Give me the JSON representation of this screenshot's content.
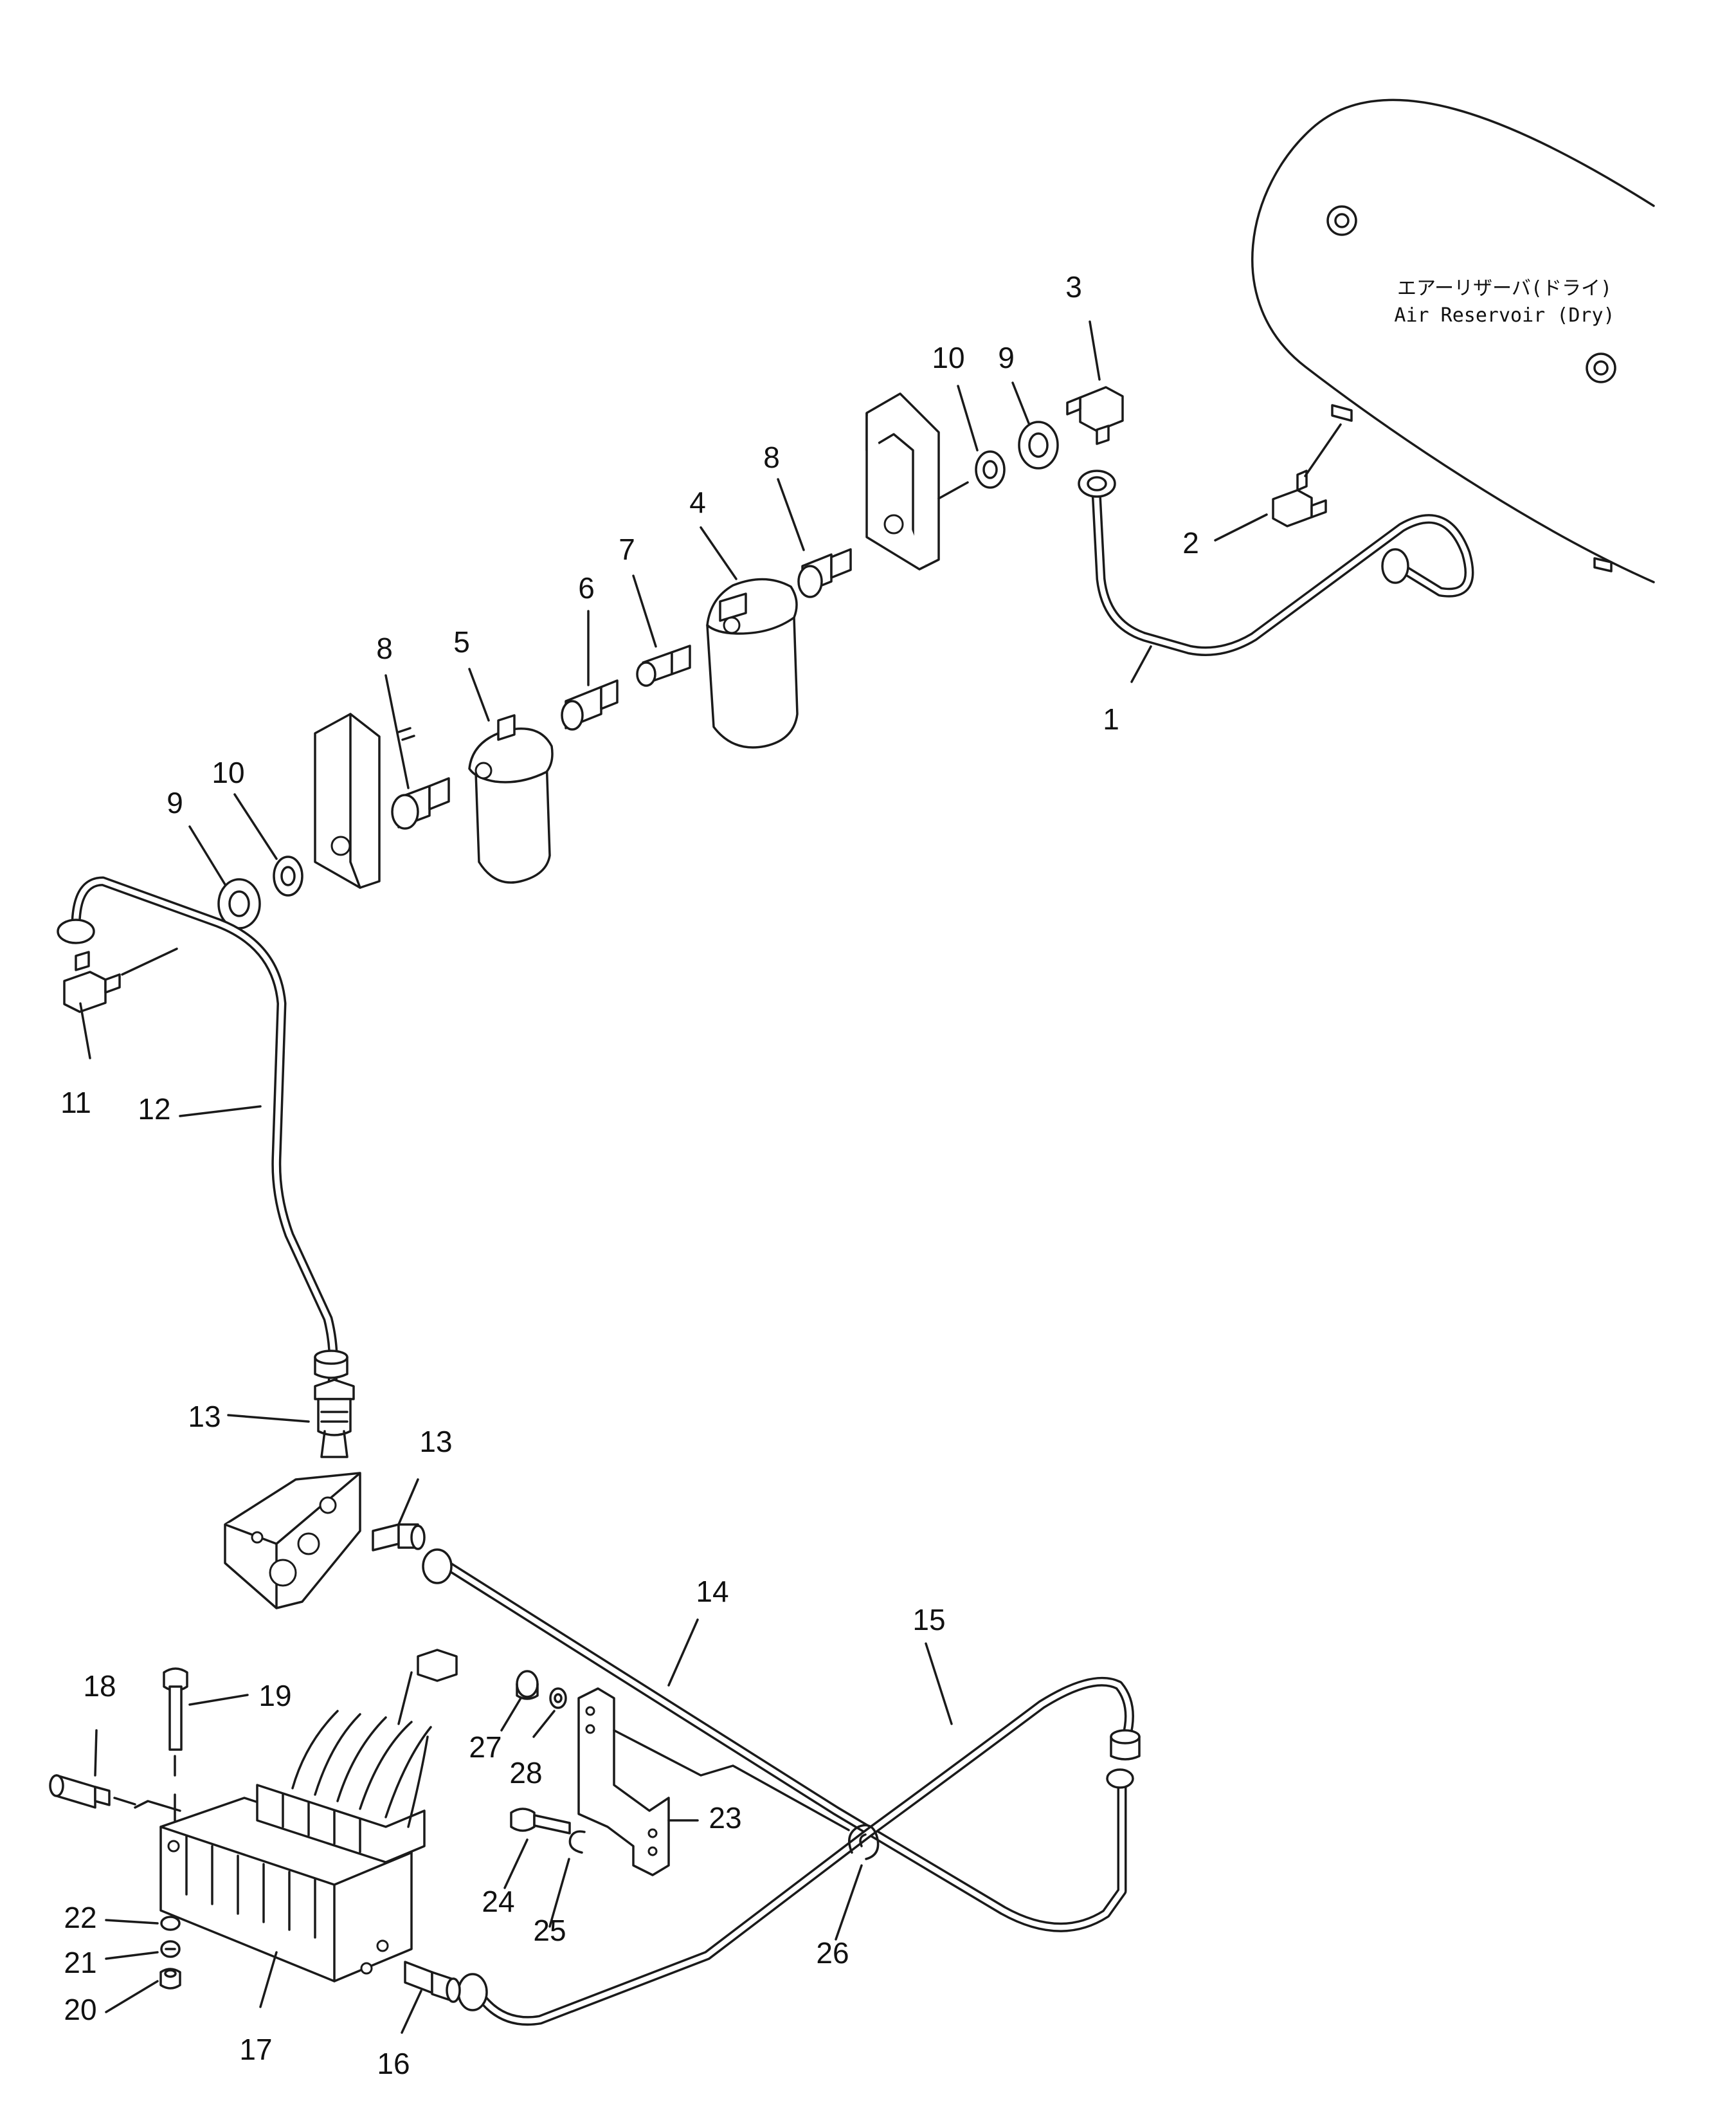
{
  "diagram": {
    "tank_label_jp": "エアーリザーバ(ドライ)",
    "tank_label_en": "Air  Reservoir  (Dry)",
    "callouts": [
      {
        "key": "c1",
        "label": "1"
      },
      {
        "key": "c2",
        "label": "2"
      },
      {
        "key": "c3",
        "label": "3"
      },
      {
        "key": "c4",
        "label": "4"
      },
      {
        "key": "c5",
        "label": "5"
      },
      {
        "key": "c6",
        "label": "6"
      },
      {
        "key": "c7",
        "label": "7"
      },
      {
        "key": "c8a",
        "label": "8"
      },
      {
        "key": "c8b",
        "label": "8"
      },
      {
        "key": "c9a",
        "label": "9"
      },
      {
        "key": "c9b",
        "label": "9"
      },
      {
        "key": "c10a",
        "label": "10"
      },
      {
        "key": "c10b",
        "label": "10"
      },
      {
        "key": "c11",
        "label": "11"
      },
      {
        "key": "c12",
        "label": "12"
      },
      {
        "key": "c13a",
        "label": "13"
      },
      {
        "key": "c13b",
        "label": "13"
      },
      {
        "key": "c14",
        "label": "14"
      },
      {
        "key": "c15",
        "label": "15"
      },
      {
        "key": "c16",
        "label": "16"
      },
      {
        "key": "c17",
        "label": "17"
      },
      {
        "key": "c18",
        "label": "18"
      },
      {
        "key": "c19",
        "label": "19"
      },
      {
        "key": "c20",
        "label": "20"
      },
      {
        "key": "c21",
        "label": "21"
      },
      {
        "key": "c22",
        "label": "22"
      },
      {
        "key": "c23",
        "label": "23"
      },
      {
        "key": "c24",
        "label": "24"
      },
      {
        "key": "c25",
        "label": "25"
      },
      {
        "key": "c26",
        "label": "26"
      },
      {
        "key": "c27",
        "label": "27"
      },
      {
        "key": "c28",
        "label": "28"
      }
    ]
  }
}
